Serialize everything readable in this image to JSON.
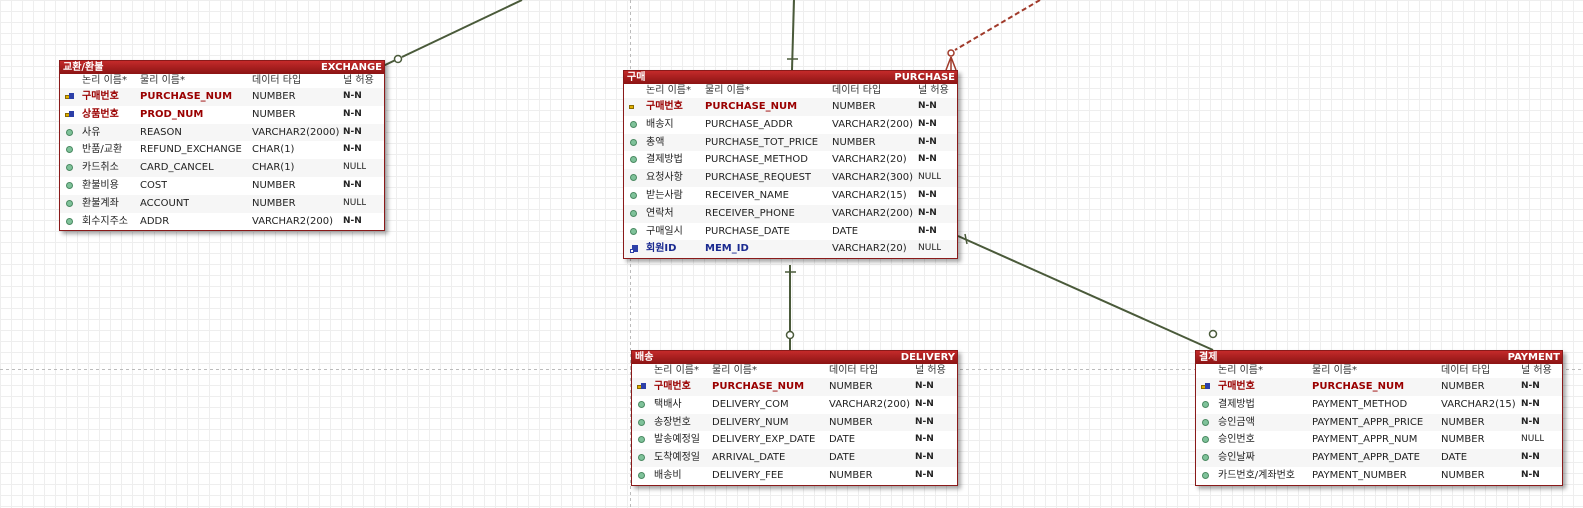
{
  "column_headers": {
    "logical": "논리 이름*",
    "physical": "물리 이름*",
    "datatype": "데이터 타입",
    "nullable": "널 허용"
  },
  "entities": [
    {
      "id": "exchange",
      "logical_name": "교환/환불",
      "physical_name": "EXCHANGE",
      "columns": [
        {
          "logical": "구매번호",
          "physical": "PURCHASE_NUM",
          "type": "NUMBER",
          "nullable": "N-N",
          "key": "pfk"
        },
        {
          "logical": "상품번호",
          "physical": "PROD_NUM",
          "type": "NUMBER",
          "nullable": "N-N",
          "key": "pfk"
        },
        {
          "logical": "사유",
          "physical": "REASON",
          "type": "VARCHAR2(2000)",
          "nullable": "N-N",
          "key": "none"
        },
        {
          "logical": "반품/교환",
          "physical": "REFUND_EXCHANGE",
          "type": "CHAR(1)",
          "nullable": "N-N",
          "key": "none"
        },
        {
          "logical": "카드취소",
          "physical": "CARD_CANCEL",
          "type": "CHAR(1)",
          "nullable": "NULL",
          "key": "none"
        },
        {
          "logical": "환불비용",
          "physical": "COST",
          "type": "NUMBER",
          "nullable": "N-N",
          "key": "none"
        },
        {
          "logical": "환불계좌",
          "physical": "ACCOUNT",
          "type": "NUMBER",
          "nullable": "NULL",
          "key": "none"
        },
        {
          "logical": "회수지주소",
          "physical": "ADDR",
          "type": "VARCHAR2(200)",
          "nullable": "N-N",
          "key": "none"
        }
      ]
    },
    {
      "id": "purchase",
      "logical_name": "구매",
      "physical_name": "PURCHASE",
      "columns": [
        {
          "logical": "구매번호",
          "physical": "PURCHASE_NUM",
          "type": "NUMBER",
          "nullable": "N-N",
          "key": "pk"
        },
        {
          "logical": "배송지",
          "physical": "PURCHASE_ADDR",
          "type": "VARCHAR2(200)",
          "nullable": "N-N",
          "key": "none"
        },
        {
          "logical": "총액",
          "physical": "PURCHASE_TOT_PRICE",
          "type": "NUMBER",
          "nullable": "N-N",
          "key": "none"
        },
        {
          "logical": "결제방법",
          "physical": "PURCHASE_METHOD",
          "type": "VARCHAR2(20)",
          "nullable": "N-N",
          "key": "none"
        },
        {
          "logical": "요청사항",
          "physical": "PURCHASE_REQUEST",
          "type": "VARCHAR2(300)",
          "nullable": "NULL",
          "key": "none"
        },
        {
          "logical": "받는사람",
          "physical": "RECEIVER_NAME",
          "type": "VARCHAR2(15)",
          "nullable": "N-N",
          "key": "none"
        },
        {
          "logical": "연락처",
          "physical": "RECEIVER_PHONE",
          "type": "VARCHAR2(200)",
          "nullable": "N-N",
          "key": "none"
        },
        {
          "logical": "구매일시",
          "physical": "PURCHASE_DATE",
          "type": "DATE",
          "nullable": "N-N",
          "key": "none"
        },
        {
          "logical": "회원ID",
          "physical": "MEM_ID",
          "type": "VARCHAR2(20)",
          "nullable": "NULL",
          "key": "fk"
        }
      ]
    },
    {
      "id": "delivery",
      "logical_name": "배송",
      "physical_name": "DELIVERY",
      "columns": [
        {
          "logical": "구매번호",
          "physical": "PURCHASE_NUM",
          "type": "NUMBER",
          "nullable": "N-N",
          "key": "pfk"
        },
        {
          "logical": "택배사",
          "physical": "DELIVERY_COM",
          "type": "VARCHAR2(200)",
          "nullable": "N-N",
          "key": "none"
        },
        {
          "logical": "송장번호",
          "physical": "DELIVERY_NUM",
          "type": "NUMBER",
          "nullable": "N-N",
          "key": "none"
        },
        {
          "logical": "발송예정일",
          "physical": "DELIVERY_EXP_DATE",
          "type": "DATE",
          "nullable": "N-N",
          "key": "none"
        },
        {
          "logical": "도착예정일",
          "physical": "ARRIVAL_DATE",
          "type": "DATE",
          "nullable": "N-N",
          "key": "none"
        },
        {
          "logical": "배송비",
          "physical": "DELIVERY_FEE",
          "type": "NUMBER",
          "nullable": "N-N",
          "key": "none"
        }
      ]
    },
    {
      "id": "payment",
      "logical_name": "결제",
      "physical_name": "PAYMENT",
      "columns": [
        {
          "logical": "구매번호",
          "physical": "PURCHASE_NUM",
          "type": "NUMBER",
          "nullable": "N-N",
          "key": "pfk"
        },
        {
          "logical": "결제방법",
          "physical": "PAYMENT_METHOD",
          "type": "VARCHAR2(15)",
          "nullable": "N-N",
          "key": "none"
        },
        {
          "logical": "승인금액",
          "physical": "PAYMENT_APPR_PRICE",
          "type": "NUMBER",
          "nullable": "N-N",
          "key": "none"
        },
        {
          "logical": "승인번호",
          "physical": "PAYMENT_APPR_NUM",
          "type": "NUMBER",
          "nullable": "NULL",
          "key": "none"
        },
        {
          "logical": "승인날짜",
          "physical": "PAYMENT_APPR_DATE",
          "type": "DATE",
          "nullable": "N-N",
          "key": "none"
        },
        {
          "logical": "카드번호/계좌번호",
          "physical": "PAYMENT_NUMBER",
          "type": "NUMBER",
          "nullable": "N-N",
          "key": "none"
        }
      ]
    }
  ],
  "colors": {
    "header": "#a01c1c",
    "relationship_line": "#4a5a3a",
    "nonidentifying_line": "#a03a2a"
  }
}
